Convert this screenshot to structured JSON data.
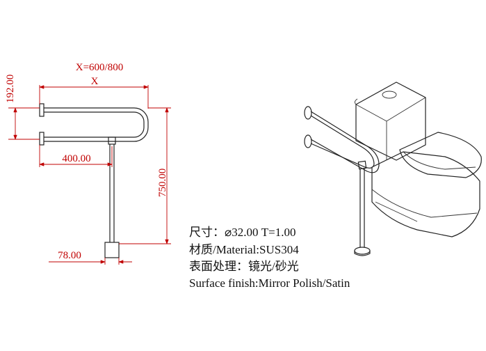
{
  "colors": {
    "dimension": "#c00000",
    "outline": "#222222",
    "text": "#111111"
  },
  "dimensions": {
    "width_options": "X=600/800",
    "width_symbol": "X",
    "top_offset": "192.00",
    "height": "750.00",
    "leg_position": "400.00",
    "base_size": "78.00"
  },
  "specs": {
    "size_line": "尺寸：⌀32.00 T=1.00",
    "material_line": "材质/Material:SUS304",
    "finish_cn_line": "表面处理：镜光/砂光",
    "finish_en_line": "Surface finish:Mirror Polish/Satin"
  }
}
